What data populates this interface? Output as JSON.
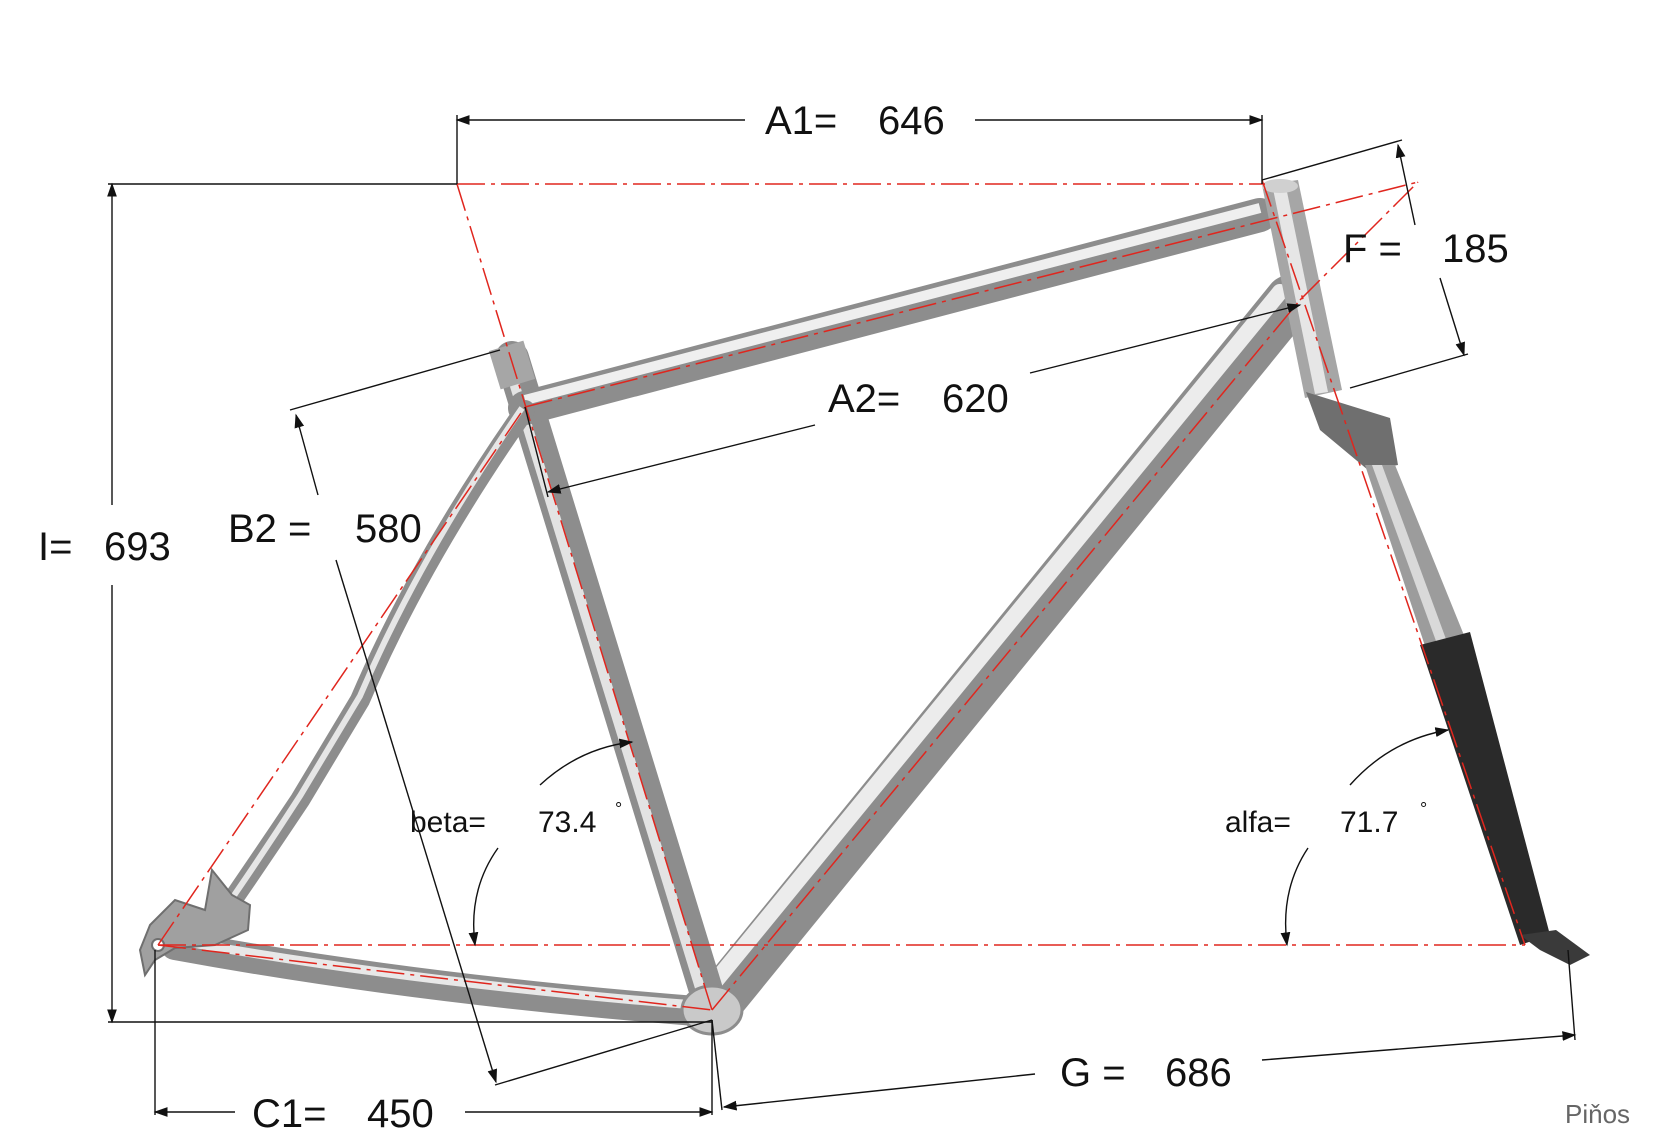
{
  "diagram": {
    "colors": {
      "tube_light": "#e6e6e6",
      "tube_mid": "#b3b3b3",
      "tube_dark": "#7a7a7a",
      "fork_black": "#2a2a2a",
      "centerline": "#e0261e",
      "dimension": "#111111"
    },
    "dimensions": {
      "A1": {
        "label": "A1=",
        "value": "646"
      },
      "A2": {
        "label": "A2=",
        "value": "620"
      },
      "F": {
        "label": "F =",
        "value": "185"
      },
      "B2": {
        "label": "B2 =",
        "value": "580"
      },
      "I": {
        "label": "I=",
        "value": "693"
      },
      "C1": {
        "label": "C1=",
        "value": "450"
      },
      "G": {
        "label": "G =",
        "value": "686"
      }
    },
    "angles": {
      "beta": {
        "label": "beta=",
        "value": "73.4",
        "unit": "°"
      },
      "alfa": {
        "label": "alfa=",
        "value": "71.7",
        "unit": "°"
      }
    },
    "brand": "Piňos"
  }
}
